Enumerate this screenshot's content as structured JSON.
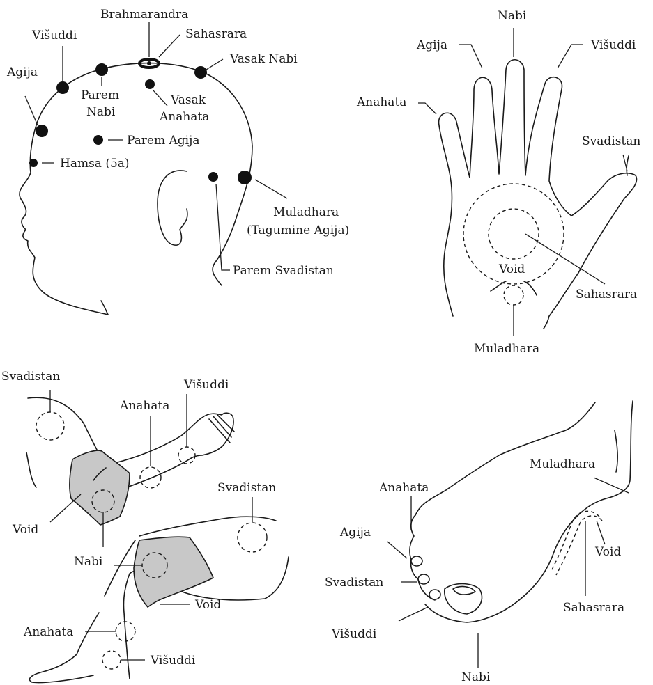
{
  "head": {
    "brahmarandra": "Brahmarandra",
    "sahasrara": "Sahasrara",
    "visuddi": "Višuddi",
    "vasak_nabi": "Vasak Nabi",
    "agija": "Agija",
    "parem_nabi_1": "Parem",
    "parem_nabi_2": "Nabi",
    "vasak_anahata_1": "Vasak",
    "vasak_anahata_2": "Anahata",
    "parem_agija": "Parem Agija",
    "hamsa": "Hamsa (5a)",
    "muladhara_1": "Muladhara",
    "muladhara_2": "(Tagumine Agija)",
    "parem_svadistan": "Parem Svadistan"
  },
  "hand": {
    "nabi": "Nabi",
    "agija": "Agija",
    "visuddi": "Višuddi",
    "anahata": "Anahata",
    "svadistan": "Svadistan",
    "void": "Void",
    "sahasrara": "Sahasrara",
    "muladhara": "Muladhara"
  },
  "arm_leg": {
    "svadistan_arm": "Svadistan",
    "visuddi_arm": "Višuddi",
    "anahata_arm": "Anahata",
    "void_arm": "Void",
    "nabi": "Nabi",
    "svadistan_leg": "Svadistan",
    "void_leg": "Void",
    "anahata_leg": "Anahata",
    "visuddi_leg": "Višuddi"
  },
  "foot": {
    "muladhara": "Muladhara",
    "anahata": "Anahata",
    "agija": "Agija",
    "svadistan": "Svadistan",
    "visuddi": "Višuddi",
    "void": "Void",
    "sahasrara": "Sahasrara",
    "nabi": "Nabi"
  }
}
